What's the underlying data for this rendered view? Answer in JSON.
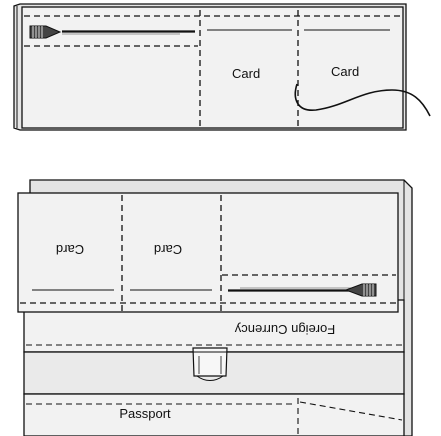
{
  "colors": {
    "stroke": "#111111",
    "panel_fill": "#f2f2f2",
    "back_fill": "#e3e3e3",
    "inner_fill": "#eaeaea",
    "line_fill": "#f7f7f7"
  },
  "top_wallet": {
    "card_left_label": "Card",
    "card_right_label": "Card"
  },
  "bottom_wallet": {
    "card_left_label": "Card",
    "card_right_label": "Card",
    "foreign_currency_label": "Foreign Currency",
    "passport_label": "Passport"
  },
  "icons": {
    "pen_top": "pen-icon",
    "pen_bottom": "pen-icon",
    "clip": "clip-icon"
  }
}
